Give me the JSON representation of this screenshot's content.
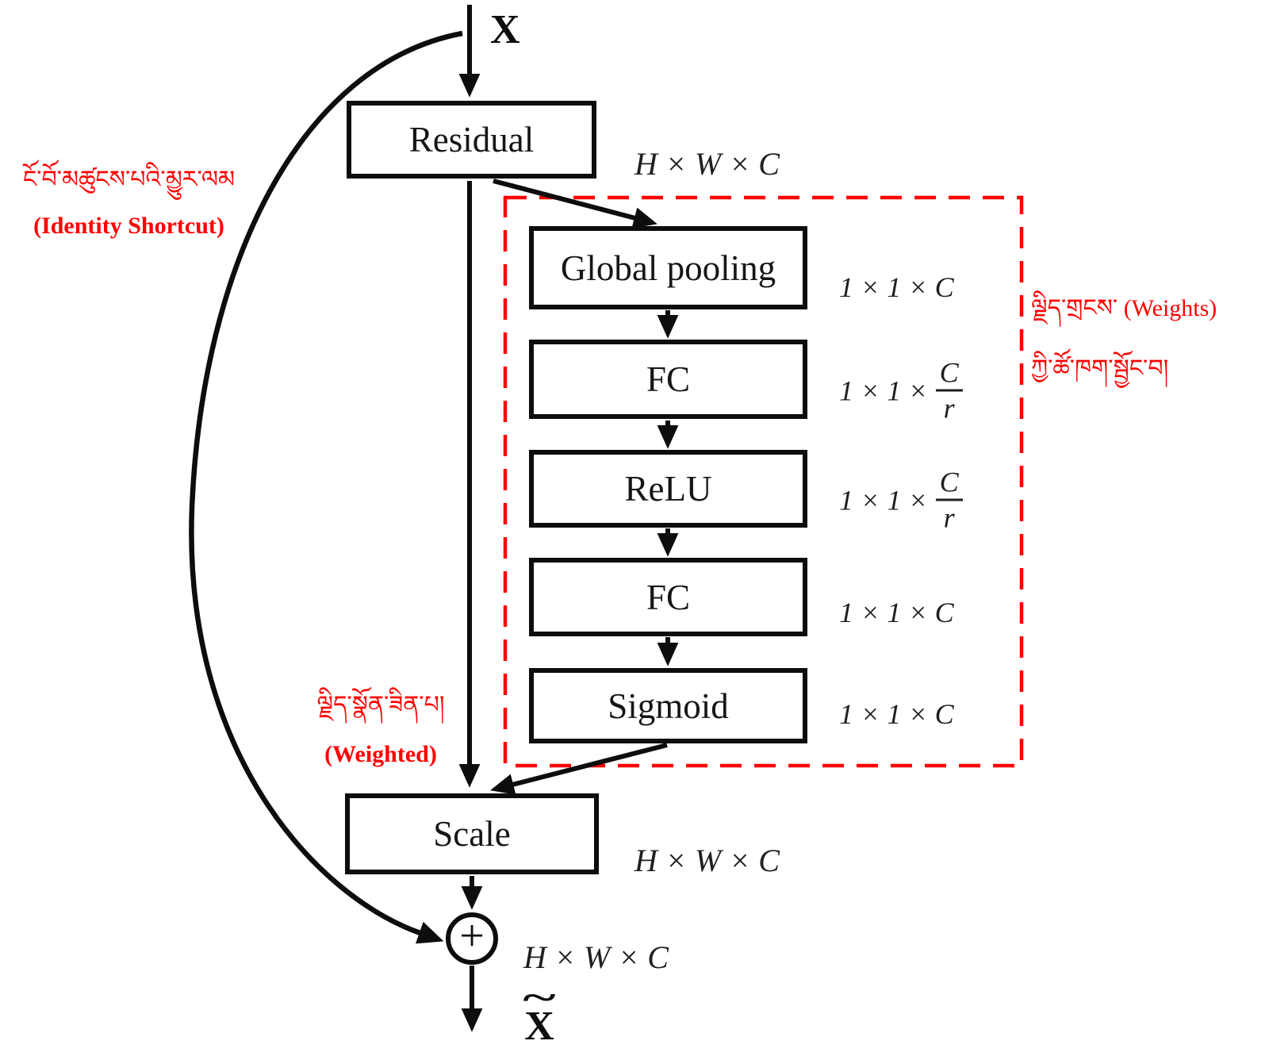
{
  "figure": {
    "input_label": "X",
    "output_base": "X",
    "output_tilde": "~",
    "residual": {
      "label": "Residual",
      "dim": "H × W × C"
    },
    "scale": {
      "label": "Scale",
      "dim": "H × W × C"
    },
    "add": {
      "symbol": "+",
      "dim": "H × W × C"
    },
    "branch": {
      "boxes": [
        {
          "label": "Global pooling",
          "dim": "1 × 1 × C"
        },
        {
          "label": "FC",
          "dim_prefix": "1 × 1 ×",
          "dim_num": "C",
          "dim_den": "r"
        },
        {
          "label": "ReLU",
          "dim_prefix": "1 × 1 ×",
          "dim_num": "C",
          "dim_den": "r"
        },
        {
          "label": "FC",
          "dim": "1 × 1 × C"
        },
        {
          "label": "Sigmoid",
          "dim": "1 × 1 × C"
        }
      ]
    },
    "annotations": {
      "identity": {
        "tibetan": "ངོ་བོ་མཚུངས་པའི་མྱུར་ལམ",
        "english": "(Identity Shortcut)"
      },
      "weights": {
        "line1": "ལྗིད་གྲངས་ (Weights)",
        "line2": "ཀྱི་ཚོ་ཁག་སྦྱོང་བ།"
      },
      "weighted": {
        "tibetan": "ལྗིད་སྣོན་ཟིན་པ།",
        "english": "(Weighted)"
      }
    },
    "colors": {
      "annotation_red": "#ff0000",
      "line_black": "#0d0d0d",
      "background": "#ffffff"
    }
  }
}
